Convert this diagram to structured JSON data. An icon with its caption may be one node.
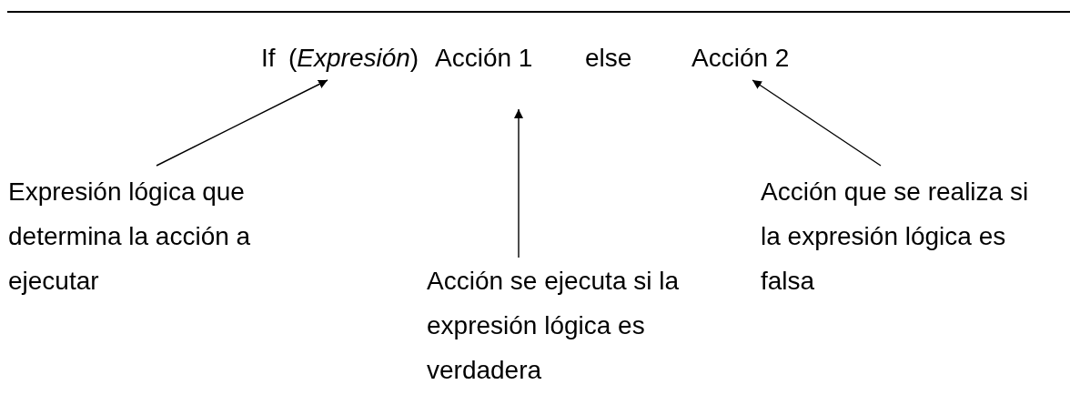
{
  "diagram": {
    "nodes": [
      {
        "text": [
          "(*Expresión*)"
        ]
      },
      {
        "text": [
          "Acción 1"
        ]
      },
      {
        "text": [
          "Acción 2"
        ]
      },
      {
        "text": [
          "Expresión lógica que determina la acción a ejecutar"
        ]
      },
      {
        "text": [
          "Acción que se realiza si la expresión lógica es falsa"
        ]
      },
      {
        "text": [
          "Acción se ejecuta si la expresión lógica es verdadera"
        ]
      }
    ],
    "edges": [
      {
        "from": 3,
        "to": 0,
        "arrow": "to"
      },
      {
        "from": 5,
        "to": 1,
        "arrow": "to"
      },
      {
        "from": 4,
        "to": 2,
        "arrow": "to"
      }
    ],
    "labels": [
      "If",
      "else"
    ]
  }
}
